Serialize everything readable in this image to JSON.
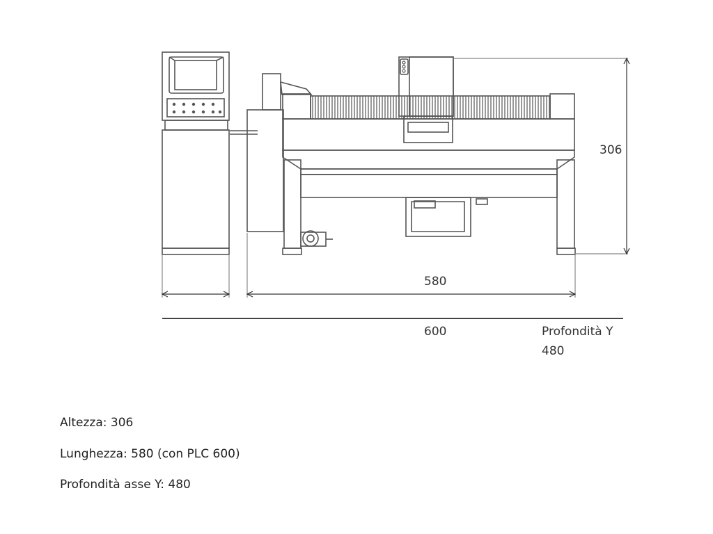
{
  "dimensions": {
    "height": "306",
    "length": "580",
    "length_with_plc": "600",
    "depth_y_label": "Profondità Y",
    "depth_y_value": "480"
  },
  "specs": {
    "height_line": "Altezza: 306",
    "length_line": "Lunghezza: 580 (con PLC 600)",
    "depth_line": "Profondità asse Y: 480"
  }
}
